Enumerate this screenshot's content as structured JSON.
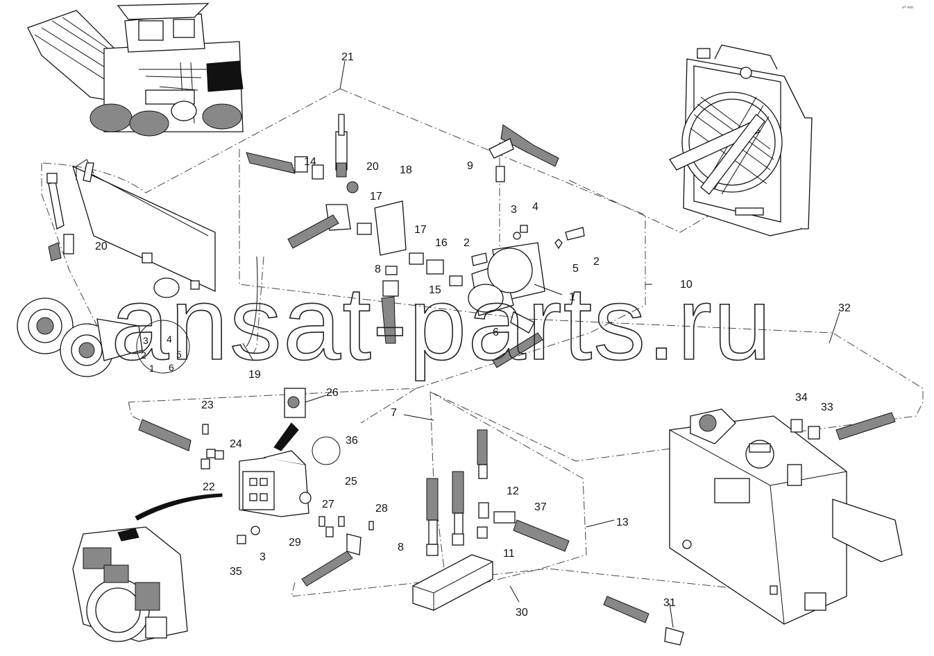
{
  "watermark": "ansat-parts.ru",
  "corner_mark": "a³³ aαα",
  "callouts": [
    {
      "id": "c21",
      "text": "21"
    },
    {
      "id": "c20a",
      "text": "20"
    },
    {
      "id": "c14",
      "text": "14"
    },
    {
      "id": "c18",
      "text": "18"
    },
    {
      "id": "c17a",
      "text": "17"
    },
    {
      "id": "c17b",
      "text": "17"
    },
    {
      "id": "c16",
      "text": "16"
    },
    {
      "id": "c9",
      "text": "9"
    },
    {
      "id": "c3a",
      "text": "3"
    },
    {
      "id": "c4a",
      "text": "4"
    },
    {
      "id": "c2a",
      "text": "2"
    },
    {
      "id": "c2b",
      "text": "2"
    },
    {
      "id": "c5a",
      "text": "5"
    },
    {
      "id": "c8a",
      "text": "8"
    },
    {
      "id": "c15",
      "text": "15"
    },
    {
      "id": "c1",
      "text": "1"
    },
    {
      "id": "c6",
      "text": "6"
    },
    {
      "id": "c10",
      "text": "10"
    },
    {
      "id": "c20b",
      "text": "20"
    },
    {
      "id": "c19",
      "text": "19"
    },
    {
      "id": "c32",
      "text": "32"
    },
    {
      "id": "c26",
      "text": "26"
    },
    {
      "id": "c23",
      "text": "23"
    },
    {
      "id": "c24",
      "text": "24"
    },
    {
      "id": "c22",
      "text": "22"
    },
    {
      "id": "c25",
      "text": "25"
    },
    {
      "id": "c36",
      "text": "36"
    },
    {
      "id": "c27",
      "text": "27"
    },
    {
      "id": "c28",
      "text": "28"
    },
    {
      "id": "c29",
      "text": "29"
    },
    {
      "id": "c3b",
      "text": "3"
    },
    {
      "id": "c35",
      "text": "35"
    },
    {
      "id": "c7",
      "text": "7"
    },
    {
      "id": "c12",
      "text": "12"
    },
    {
      "id": "c37",
      "text": "37"
    },
    {
      "id": "c13",
      "text": "13"
    },
    {
      "id": "c8b",
      "text": "8"
    },
    {
      "id": "c11",
      "text": "11"
    },
    {
      "id": "c30",
      "text": "30"
    },
    {
      "id": "c34",
      "text": "34"
    },
    {
      "id": "c33",
      "text": "33"
    },
    {
      "id": "c31",
      "text": "31"
    }
  ],
  "port_numbers": [
    {
      "id": "p3",
      "text": "3"
    },
    {
      "id": "p4",
      "text": "4"
    },
    {
      "id": "p2",
      "text": "2"
    },
    {
      "id": "p5",
      "text": "5"
    },
    {
      "id": "p1",
      "text": "1"
    },
    {
      "id": "p6",
      "text": "6"
    }
  ]
}
